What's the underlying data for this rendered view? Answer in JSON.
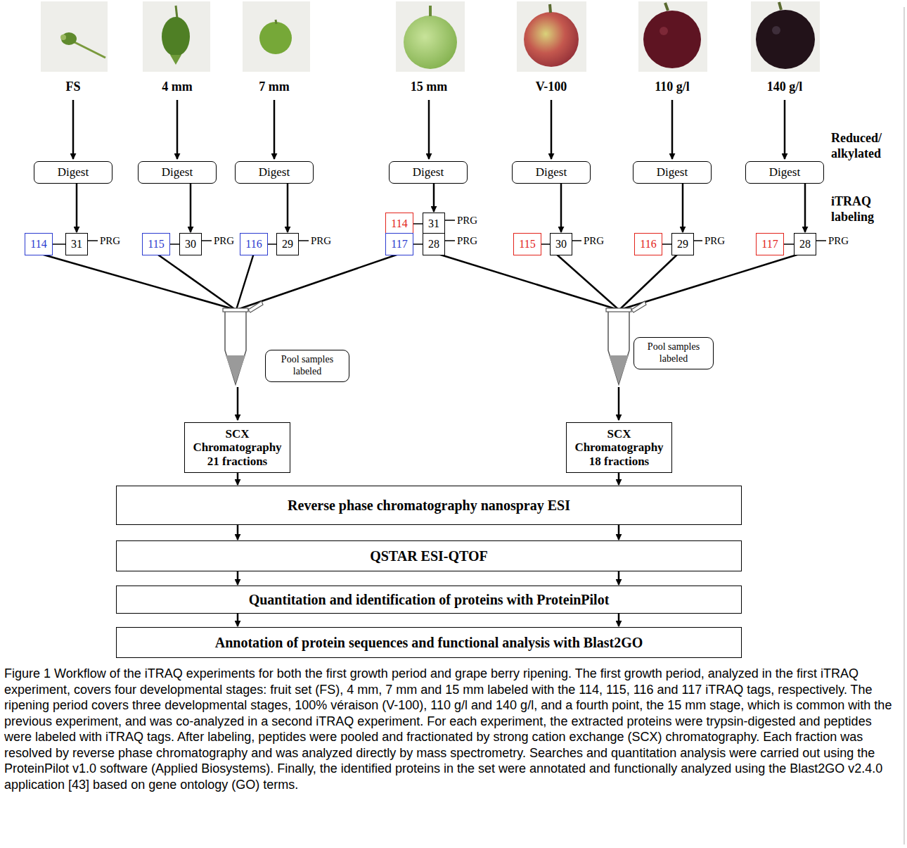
{
  "diagram": {
    "caption": "Figure 1 Workflow of the iTRAQ experiments for both the first growth period and grape berry ripening. The first growth period, analyzed in the first iTRAQ experiment, covers four developmental stages: fruit set (FS), 4 mm, 7 mm and 15 mm labeled with the 114, 115, 116 and 117 iTRAQ tags, respectively. The ripening period covers three developmental stages, 100% véraison (V-100), 110 g/l and 140 g/l, and a fourth point, the 15 mm stage, which is common with the previous experiment, and was co-analyzed in a second iTRAQ experiment. For each experiment, the extracted proteins were trypsin-digested and peptides were labeled with iTRAQ tags. After labeling, peptides were pooled and fractionated by strong cation exchange (SCX) chromatography. Each fraction was resolved by reverse phase chromatography and was analyzed directly by mass spectrometry. Searches and quantitation analysis were carried out using the ProteinPilot v1.0 software (Applied Biosystems). Finally, the identified proteins in the set were annotated and functionally analyzed using the Blast2GO v2.4.0 application [43] based on gene ontology (GO) terms.",
    "nodes": [
      {
        "text": [
          "Digest"
        ]
      },
      {
        "text": [
          "Digest"
        ]
      },
      {
        "text": [
          "Digest"
        ]
      },
      {
        "text": [
          "Digest"
        ]
      },
      {
        "text": [
          "Digest"
        ]
      },
      {
        "text": [
          "Digest"
        ]
      },
      {
        "text": [
          "Digest"
        ]
      },
      {
        "text": [
          "114"
        ]
      },
      {
        "text": [
          "31"
        ]
      },
      {
        "text": [
          "115"
        ]
      },
      {
        "text": [
          "30"
        ]
      },
      {
        "text": [
          "116"
        ]
      },
      {
        "text": [
          "29"
        ]
      },
      {
        "text": [
          "114"
        ]
      },
      {
        "text": [
          "31"
        ]
      },
      {
        "text": [
          "117"
        ]
      },
      {
        "text": [
          "28"
        ]
      },
      {
        "text": [
          "115"
        ]
      },
      {
        "text": [
          "30"
        ]
      },
      {
        "text": [
          "116"
        ]
      },
      {
        "text": [
          "29"
        ]
      },
      {
        "text": [
          "117"
        ]
      },
      {
        "text": [
          "28"
        ]
      },
      {
        "text": [
          "Pool samples labeled"
        ]
      },
      {
        "text": [
          "Pool samples labeled"
        ]
      },
      {
        "text": [
          "SCX Chromatography 21 fractions"
        ]
      },
      {
        "text": [
          "SCX Chromatography 18 fractions"
        ]
      },
      {
        "text": [
          "Reverse phase chromatography nanospray ESI"
        ]
      },
      {
        "text": [
          "QSTAR ESI-QTOF"
        ]
      },
      {
        "text": [
          "Quantitation and identification of proteins with ProteinPilot"
        ]
      },
      {
        "text": [
          "Annotation of protein sequences and functional analysis with Blast2GO"
        ]
      }
    ],
    "edges": [
      {
        "from": 0,
        "to": 8,
        "arrow": "to"
      },
      {
        "from": 1,
        "to": 10,
        "arrow": "to"
      },
      {
        "from": 2,
        "to": 12,
        "arrow": "to"
      },
      {
        "from": 3,
        "to": 14,
        "arrow": "to"
      },
      {
        "from": 4,
        "to": 18,
        "arrow": "to"
      },
      {
        "from": 5,
        "to": 20,
        "arrow": "to"
      },
      {
        "from": 6,
        "to": 22,
        "arrow": "to"
      },
      {
        "from": 7,
        "to": 8,
        "arrow": "none"
      },
      {
        "from": 9,
        "to": 10,
        "arrow": "none"
      },
      {
        "from": 11,
        "to": 12,
        "arrow": "none"
      },
      {
        "from": 13,
        "to": 14,
        "arrow": "none"
      },
      {
        "from": 15,
        "to": 16,
        "arrow": "none"
      },
      {
        "from": 17,
        "to": 18,
        "arrow": "none"
      },
      {
        "from": 19,
        "to": 20,
        "arrow": "none"
      },
      {
        "from": 21,
        "to": 22,
        "arrow": "none"
      },
      {
        "from": 25,
        "to": 27,
        "arrow": "to"
      },
      {
        "from": 26,
        "to": 27,
        "arrow": "to"
      },
      {
        "from": 27,
        "to": 28,
        "arrow": "to"
      },
      {
        "from": 27,
        "to": 28,
        "arrow": "to"
      },
      {
        "from": 28,
        "to": 29,
        "arrow": "to"
      },
      {
        "from": 28,
        "to": 29,
        "arrow": "to"
      },
      {
        "from": 29,
        "to": 30,
        "arrow": "to"
      },
      {
        "from": 29,
        "to": 30,
        "arrow": "to"
      }
    ],
    "labels": [
      "FS",
      "4 mm",
      "7 mm",
      "15 mm",
      "V-100",
      "110 g/l",
      "140 g/l",
      "Reduced/ alkylated",
      "iTRAQ labeling",
      "PRG",
      "PRG",
      "PRG",
      "PRG",
      "PRG",
      "PRG",
      "PRG",
      "PRG"
    ]
  }
}
